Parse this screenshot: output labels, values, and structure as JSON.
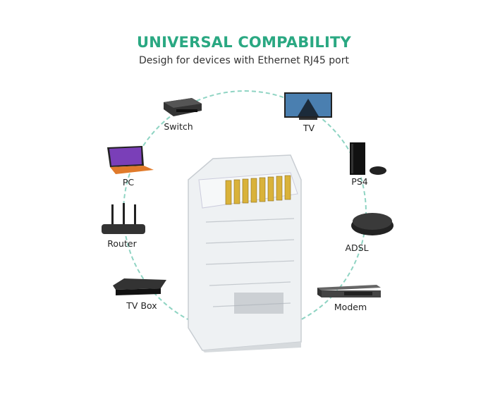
{
  "header": {
    "title": "UNIVERSAL COMPABILITY",
    "subtitle": "Desigh for devices with Ethernet RJ45 port"
  },
  "devices": [
    {
      "label": "Switch",
      "icon": "network-switch-icon"
    },
    {
      "label": "TV",
      "icon": "tv-icon"
    },
    {
      "label": "PC",
      "icon": "laptop-icon"
    },
    {
      "label": "PS4",
      "icon": "game-console-icon"
    },
    {
      "label": "Router",
      "icon": "router-icon"
    },
    {
      "label": "ADSL",
      "icon": "adsl-modem-icon"
    },
    {
      "label": "TV Box",
      "icon": "tv-box-icon"
    },
    {
      "label": "Modem",
      "icon": "rack-modem-icon"
    }
  ],
  "colors": {
    "accent": "#2aa882",
    "ring": "#8fd4c3",
    "text": "#222222"
  }
}
